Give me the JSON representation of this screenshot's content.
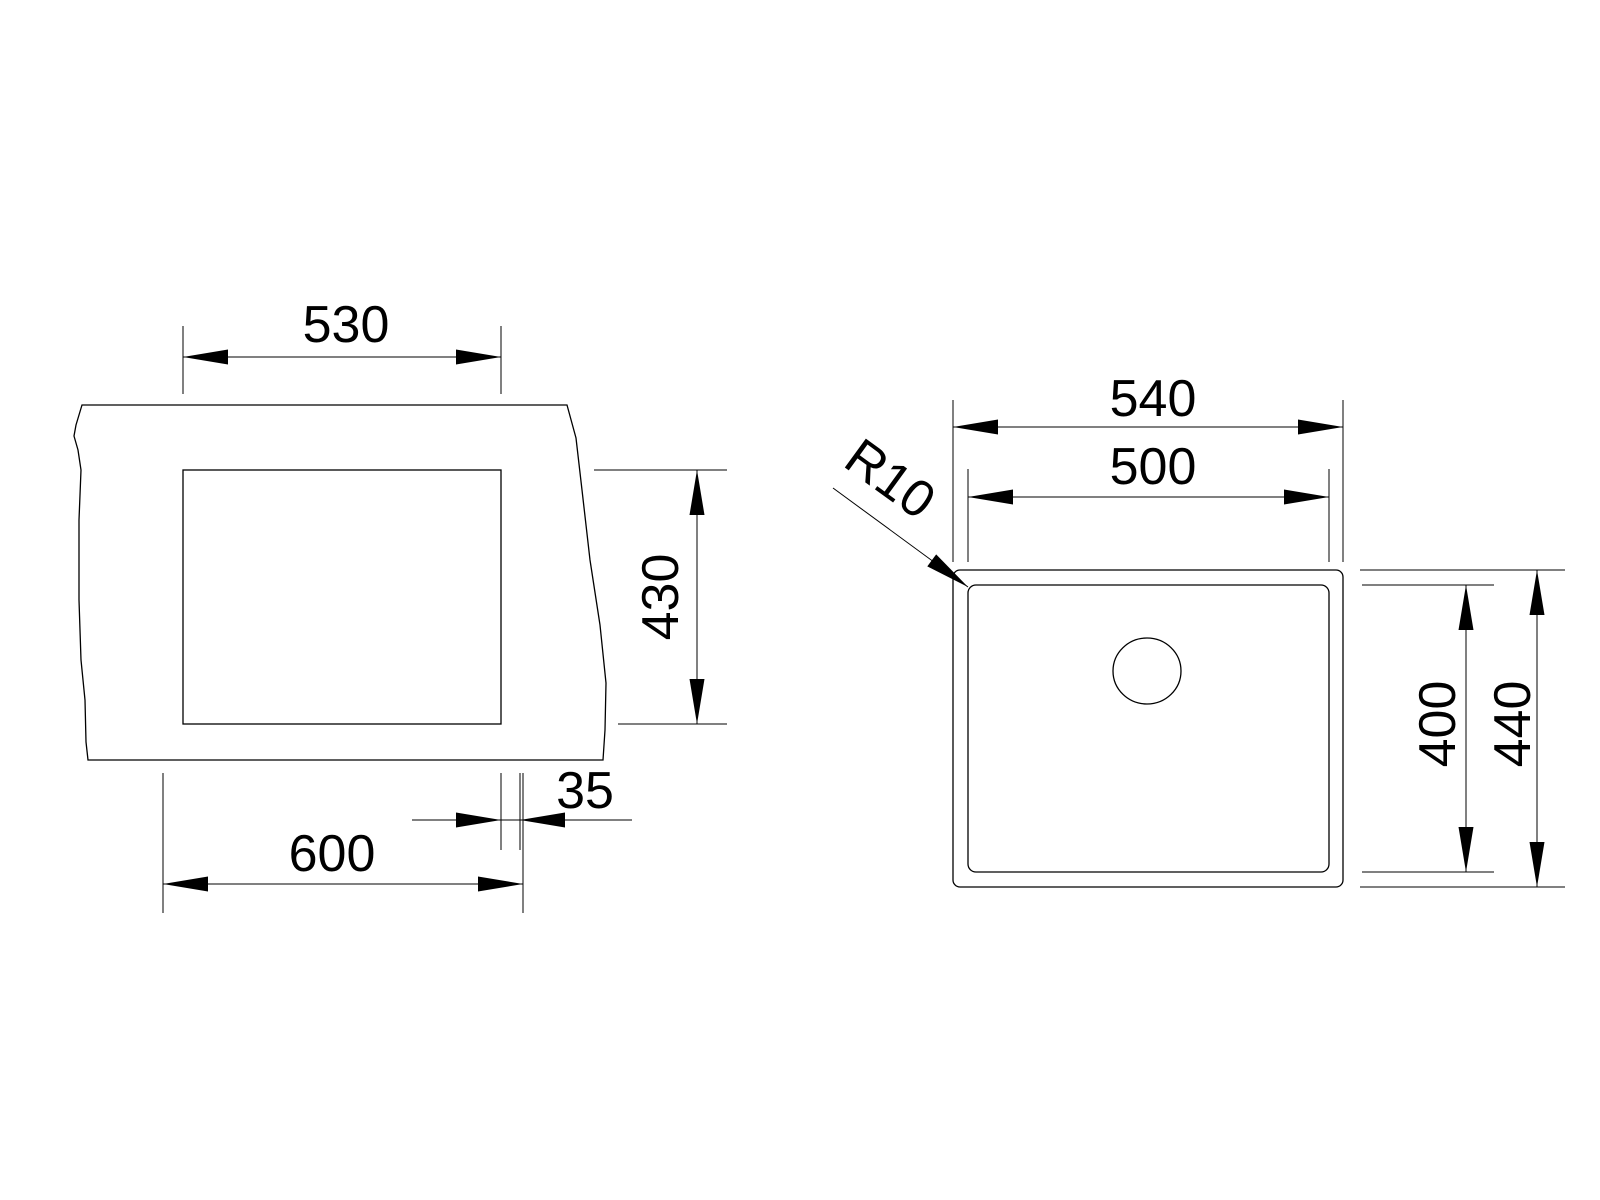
{
  "colors": {
    "line": "#000000",
    "background": "#ffffff"
  },
  "cutout_view": {
    "width_inner": "530",
    "depth_inner": "430",
    "cabinet_width": "600",
    "offset": "35"
  },
  "sink_view": {
    "overall_width": "540",
    "bowl_width": "500",
    "corner_radius": "R10",
    "bowl_depth": "400",
    "overall_depth": "440"
  }
}
